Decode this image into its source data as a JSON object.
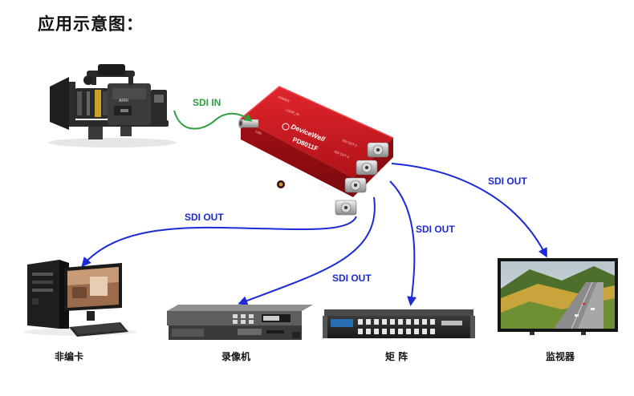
{
  "title": "应用示意图：",
  "colors": {
    "sdi_in": "#2e9e3e",
    "sdi_out": "#1c2bd6",
    "device_red": "#c8161d"
  },
  "converter": {
    "brand": "DeviceWell",
    "model": "PD8011F"
  },
  "labels": {
    "sdi_in": "SDI IN",
    "sdi_out_monitor": "SDI OUT",
    "sdi_out_capture": "SDI OUT",
    "sdi_out_matrix": "SDI OUT",
    "sdi_out_recorder": "SDI OUT"
  },
  "devices": {
    "camera": "",
    "capture_card": "非编卡",
    "recorder": "录像机",
    "matrix": "矩 阵",
    "monitor": "监视器"
  }
}
